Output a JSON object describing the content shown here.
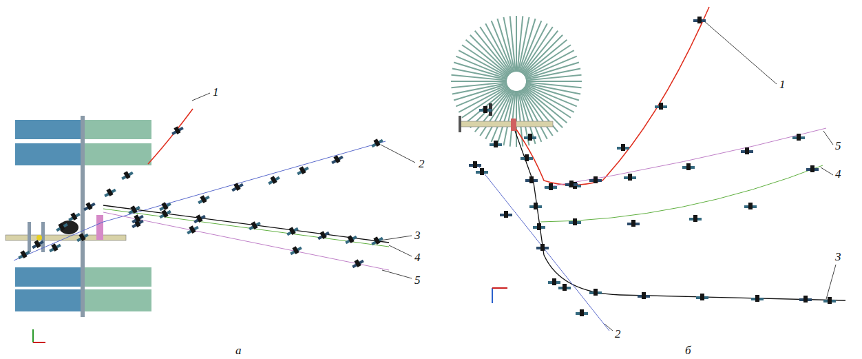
{
  "diagram": {
    "labels": [
      "1",
      "2",
      "3",
      "4",
      "5",
      "а",
      "1",
      "5",
      "4",
      "3",
      "2",
      "б"
    ]
  }
}
